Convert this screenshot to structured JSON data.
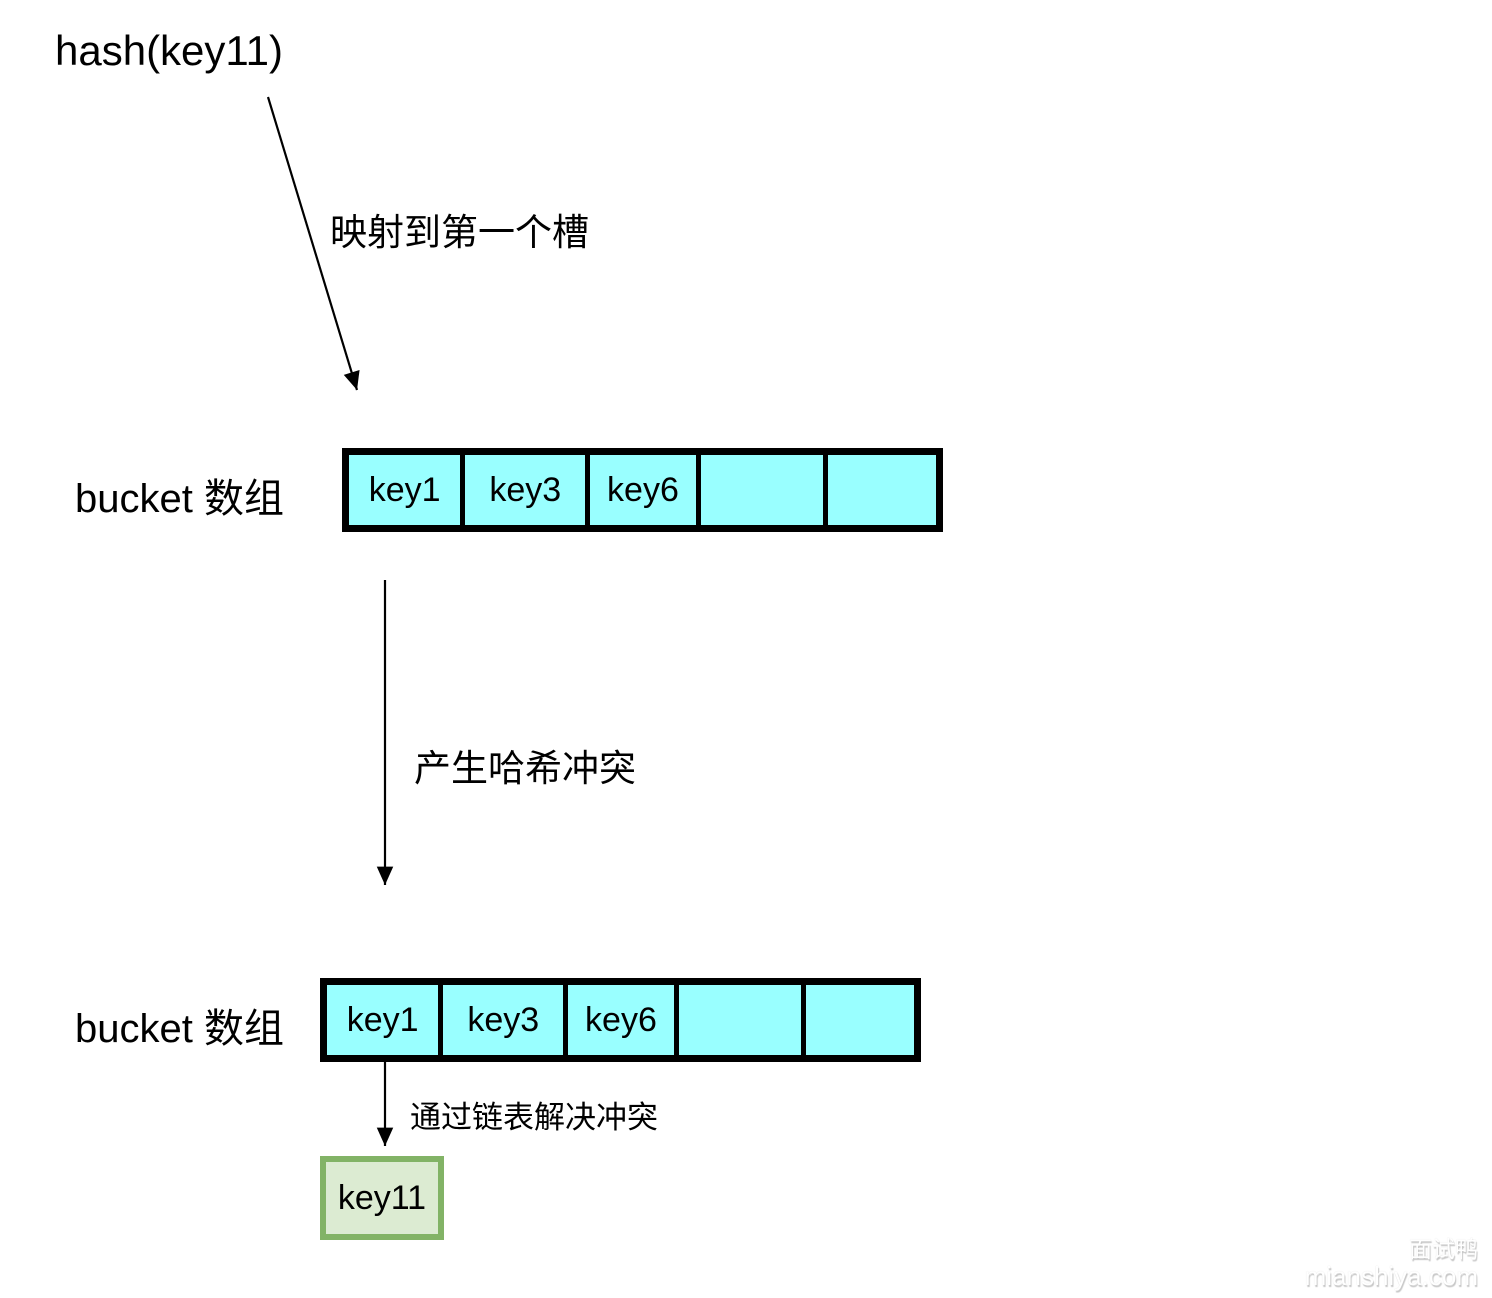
{
  "diagram": {
    "hash_label": "hash(key11)",
    "arrow1_label": "映射到第一个槽",
    "arrow2_label": "产生哈希冲突",
    "arrow3_label": "通过链表解决冲突",
    "bucket_array_label": "bucket 数组",
    "bucket_cells": [
      "key1",
      "key3",
      "key6",
      "",
      ""
    ],
    "overflow_node_label": "key11"
  },
  "colors": {
    "cell_fill": "#99ffff",
    "cell_border": "#000000",
    "node_fill": "#dcebd2",
    "node_border": "#82b366",
    "line": "#000000"
  },
  "watermark": {
    "brand": "面试鸭",
    "site": "mianshiya.com"
  }
}
